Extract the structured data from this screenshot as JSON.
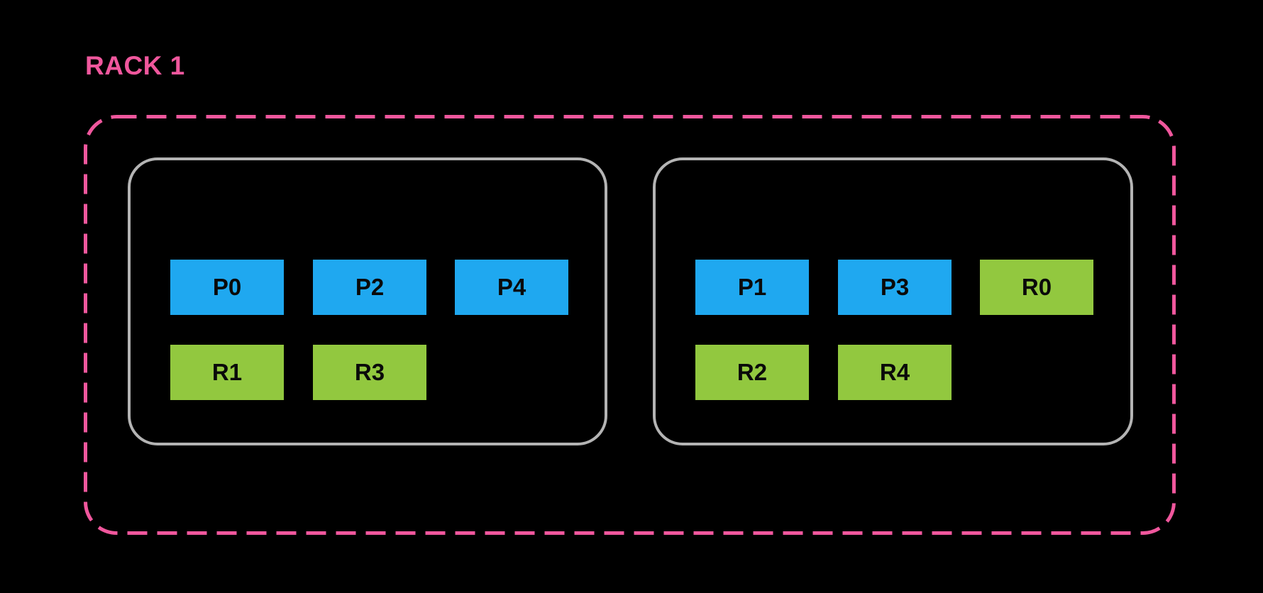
{
  "diagram": {
    "title": "RACK 1",
    "colors": {
      "background": "#000000",
      "title": "#F0579D",
      "rack_border": "#F0579D",
      "node_border": "#B4B4B4",
      "primary_chip": "#1FA8F0",
      "replica_chip": "#92C83F",
      "chip_text": "#0A0A0A"
    },
    "nodes": [
      {
        "name": "node-left",
        "chips": [
          {
            "label": "P0",
            "type": "primary"
          },
          {
            "label": "P2",
            "type": "primary"
          },
          {
            "label": "P4",
            "type": "primary"
          },
          {
            "label": "R1",
            "type": "replica"
          },
          {
            "label": "R3",
            "type": "replica"
          }
        ]
      },
      {
        "name": "node-right",
        "chips": [
          {
            "label": "P1",
            "type": "primary"
          },
          {
            "label": "P3",
            "type": "primary"
          },
          {
            "label": "R0",
            "type": "replica"
          },
          {
            "label": "R2",
            "type": "replica"
          },
          {
            "label": "R4",
            "type": "replica"
          }
        ]
      }
    ]
  }
}
